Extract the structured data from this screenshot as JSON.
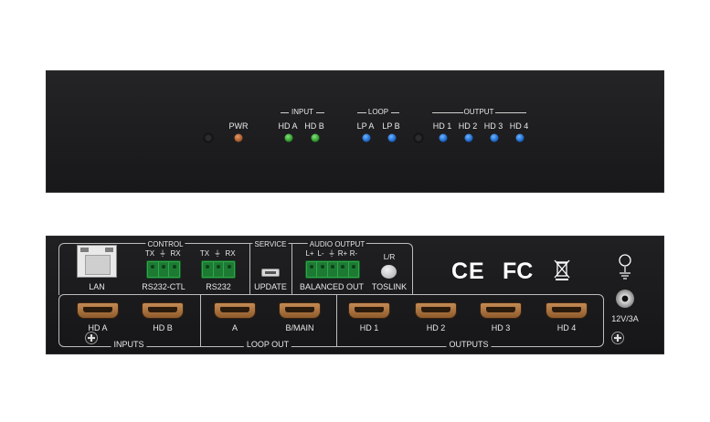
{
  "front_panel": {
    "pwr_label": "PWR",
    "groups": {
      "input": "INPUT",
      "loop": "LOOP",
      "output": "OUTPUT"
    },
    "input_labels": [
      "HD A",
      "HD B"
    ],
    "loop_labels": [
      "LP A",
      "LP B"
    ],
    "output_labels": [
      "HD 1",
      "HD 2",
      "HD 3",
      "HD 4"
    ],
    "led_colors": {
      "power": "#a95a2c",
      "input": "#2d9a2a",
      "loop_output": "#1c68c9",
      "off": "#2d2d2f"
    }
  },
  "rear_panel": {
    "lan_label": "LAN",
    "control_group": "CONTROL",
    "control_pins_ctl": [
      "TX",
      "⏚",
      "RX"
    ],
    "control_pins_232": [
      "TX",
      "⏚",
      "RX"
    ],
    "rs232_ctl_label": "RS232-CTL",
    "rs232_label": "RS232",
    "service_group": "SERVICE",
    "update_label": "UPDATE",
    "audio_group": "AUDIO OUTPUT",
    "audio_pins": [
      "L+",
      "L-",
      "⏚",
      "R+",
      "R-"
    ],
    "balanced_out_label": "BALANCED OUT",
    "lr_label": "L/R",
    "toslink_label": "TOSLINK",
    "cert_marks": [
      "CE",
      "FC"
    ],
    "inputs_group": "INPUTS",
    "input_ports": [
      "HD A",
      "HD B"
    ],
    "loop_out_group": "LOOP OUT",
    "loop_ports": [
      "A",
      "B/MAIN"
    ],
    "outputs_group": "OUTPUTS",
    "output_ports": [
      "HD 1",
      "HD 2",
      "HD 3",
      "HD 4"
    ],
    "power_label": "12V/3A",
    "ground_symbol": "⏚"
  }
}
